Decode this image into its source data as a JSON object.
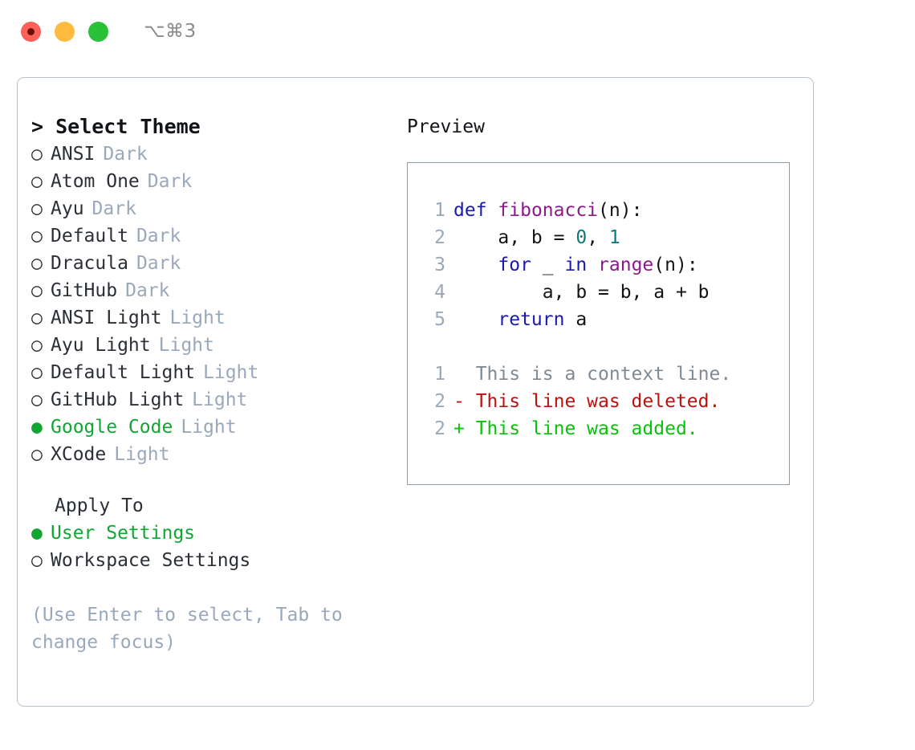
{
  "titlebar": {
    "shortcut": "⌥⌘3",
    "lights": [
      "close-button",
      "minimize-button",
      "zoom-button"
    ]
  },
  "theme_picker": {
    "title": "> Select Theme",
    "selected_bullet": "●",
    "unselected_bullet": "○",
    "items": [
      {
        "bullet": "○",
        "label": "ANSI",
        "tag": "Dark",
        "selected": false
      },
      {
        "bullet": "○",
        "label": "Atom One",
        "tag": "Dark",
        "selected": false
      },
      {
        "bullet": "○",
        "label": "Ayu",
        "tag": "Dark",
        "selected": false
      },
      {
        "bullet": "○",
        "label": "Default",
        "tag": "Dark",
        "selected": false
      },
      {
        "bullet": "○",
        "label": "Dracula",
        "tag": "Dark",
        "selected": false
      },
      {
        "bullet": "○",
        "label": "GitHub",
        "tag": "Dark",
        "selected": false
      },
      {
        "bullet": "○",
        "label": "ANSI Light",
        "tag": "Light",
        "selected": false
      },
      {
        "bullet": "○",
        "label": "Ayu Light",
        "tag": "Light",
        "selected": false
      },
      {
        "bullet": "○",
        "label": "Default Light",
        "tag": "Light",
        "selected": false
      },
      {
        "bullet": "○",
        "label": "GitHub Light",
        "tag": "Light",
        "selected": false
      },
      {
        "bullet": "●",
        "label": "Google Code",
        "tag": "Light",
        "selected": true
      },
      {
        "bullet": "○",
        "label": "XCode",
        "tag": "Light",
        "selected": false
      }
    ]
  },
  "apply_to": {
    "heading": "Apply To",
    "items": [
      {
        "bullet": "●",
        "label": "User Settings",
        "selected": true
      },
      {
        "bullet": "○",
        "label": "Workspace Settings",
        "selected": false
      }
    ]
  },
  "hint": "(Use Enter to select, Tab to change focus)",
  "preview": {
    "title": "Preview",
    "code_lines": [
      {
        "ln": "1",
        "tokens": [
          {
            "t": "def",
            "c": "kw"
          },
          {
            "t": " ",
            "c": "pln"
          },
          {
            "t": "fibonacci",
            "c": "fn"
          },
          {
            "t": "(n):",
            "c": "pln"
          }
        ]
      },
      {
        "ln": "2",
        "tokens": [
          {
            "t": "    a, b = ",
            "c": "pln"
          },
          {
            "t": "0",
            "c": "num"
          },
          {
            "t": ", ",
            "c": "pln"
          },
          {
            "t": "1",
            "c": "num"
          }
        ]
      },
      {
        "ln": "3",
        "tokens": [
          {
            "t": "    ",
            "c": "pln"
          },
          {
            "t": "for",
            "c": "kw"
          },
          {
            "t": " _ ",
            "c": "pln"
          },
          {
            "t": "in",
            "c": "kw"
          },
          {
            "t": " ",
            "c": "pln"
          },
          {
            "t": "range",
            "c": "fn"
          },
          {
            "t": "(n):",
            "c": "pln"
          }
        ]
      },
      {
        "ln": "4",
        "tokens": [
          {
            "t": "        a, b = b, a + b",
            "c": "pln"
          }
        ]
      },
      {
        "ln": "5",
        "tokens": [
          {
            "t": "    ",
            "c": "pln"
          },
          {
            "t": "return",
            "c": "kw"
          },
          {
            "t": " a",
            "c": "pln"
          }
        ]
      }
    ],
    "diff_lines": [
      {
        "ln": "1",
        "text": "  This is a context line.",
        "kind": "diff-ctx"
      },
      {
        "ln": "2",
        "text": "- This line was deleted.",
        "kind": "diff-del"
      },
      {
        "ln": "2",
        "text": "+ This line was added.",
        "kind": "diff-add"
      }
    ]
  },
  "colors": {
    "accent_green": "#11a634",
    "tag_gray": "#9aa8bb",
    "keyword_blue": "#1a1aaf",
    "function_purple": "#8b1a8b",
    "number_teal": "#0a7a7a",
    "diff_delete_red": "#bf1010",
    "diff_add_green": "#0ac20a",
    "panel_border": "#b8c2cc",
    "preview_border": "#8b9dab"
  }
}
